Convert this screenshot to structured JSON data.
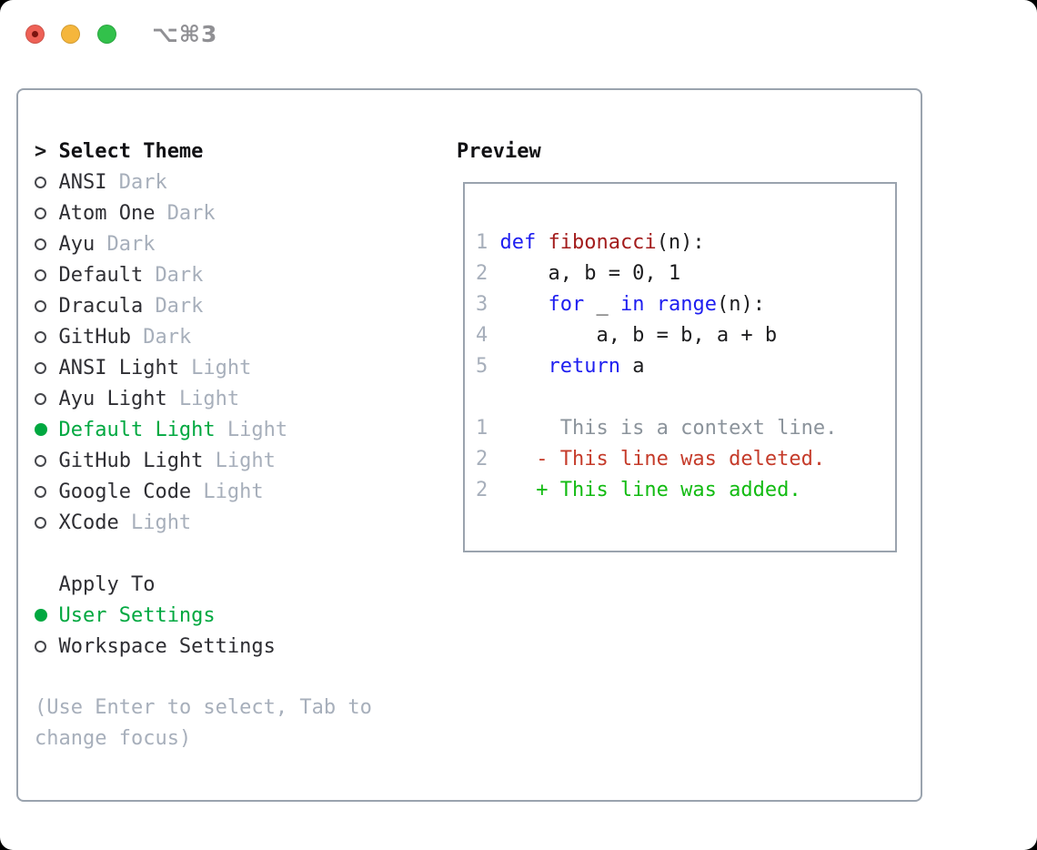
{
  "titlebar": {
    "shortcut": "⌥⌘3"
  },
  "colors": {
    "traffic_red": "#ee6156",
    "traffic_red_dot": "#7c150f",
    "traffic_yellow": "#f5b63c",
    "traffic_green": "#32c14b",
    "shortcut_gray": "#909094",
    "panel_border": "#9aa3ae",
    "text_primary": "#2e2e33",
    "muted_gray": "#a7afbb",
    "context_gray": "#8b939b",
    "ring_gray": "#47484d",
    "accent_green": "#00a840",
    "added_green": "#12bb12",
    "deleted_red": "#c53b2a",
    "keyword_blue": "#1e1ef0",
    "function_red": "#a31c1c"
  },
  "theme_list": {
    "cursor": ">",
    "title": "Select Theme",
    "items": [
      {
        "name": "ANSI",
        "variant": "Dark",
        "selected": false
      },
      {
        "name": "Atom One",
        "variant": "Dark",
        "selected": false
      },
      {
        "name": "Ayu",
        "variant": "Dark",
        "selected": false
      },
      {
        "name": "Default",
        "variant": "Dark",
        "selected": false
      },
      {
        "name": "Dracula",
        "variant": "Dark",
        "selected": false
      },
      {
        "name": "GitHub",
        "variant": "Dark",
        "selected": false
      },
      {
        "name": "ANSI Light",
        "variant": "Light",
        "selected": false
      },
      {
        "name": "Ayu Light",
        "variant": "Light",
        "selected": false
      },
      {
        "name": "Default Light",
        "variant": "Light",
        "selected": true
      },
      {
        "name": "GitHub Light",
        "variant": "Light",
        "selected": false
      },
      {
        "name": "Google Code",
        "variant": "Light",
        "selected": false
      },
      {
        "name": "XCode",
        "variant": "Light",
        "selected": false
      }
    ]
  },
  "apply_to": {
    "title": "Apply To",
    "options": [
      {
        "label": "User Settings",
        "selected": true
      },
      {
        "label": "Workspace Settings",
        "selected": false
      }
    ]
  },
  "help_text": "(Use Enter to select, Tab to change focus)",
  "preview": {
    "title": "Preview",
    "code_lines": [
      {
        "num": "1",
        "tokens": [
          {
            "t": "def ",
            "c": "kw"
          },
          {
            "t": "fibonacci",
            "c": "fn"
          },
          {
            "t": "(n):",
            "c": "pl"
          }
        ]
      },
      {
        "num": "2",
        "tokens": [
          {
            "t": "    a, b = 0, 1",
            "c": "pl"
          }
        ]
      },
      {
        "num": "3",
        "tokens": [
          {
            "t": "    ",
            "c": "pl"
          },
          {
            "t": "for",
            "c": "kw"
          },
          {
            "t": " _ ",
            "c": "pl"
          },
          {
            "t": "in",
            "c": "kw"
          },
          {
            "t": " ",
            "c": "pl"
          },
          {
            "t": "range",
            "c": "kw"
          },
          {
            "t": "(n):",
            "c": "pl"
          }
        ]
      },
      {
        "num": "4",
        "tokens": [
          {
            "t": "        a, b = b, a + b",
            "c": "pl"
          }
        ]
      },
      {
        "num": "5",
        "tokens": [
          {
            "t": "    ",
            "c": "pl"
          },
          {
            "t": "return",
            "c": "kw"
          },
          {
            "t": " a",
            "c": "pl"
          }
        ]
      }
    ],
    "diff_lines": [
      {
        "num": "1",
        "text": "     This is a context line.",
        "type": "context"
      },
      {
        "num": "2",
        "text": "   - This line was deleted.",
        "type": "deleted"
      },
      {
        "num": "2",
        "text": "   + This line was added.",
        "type": "added"
      }
    ]
  }
}
